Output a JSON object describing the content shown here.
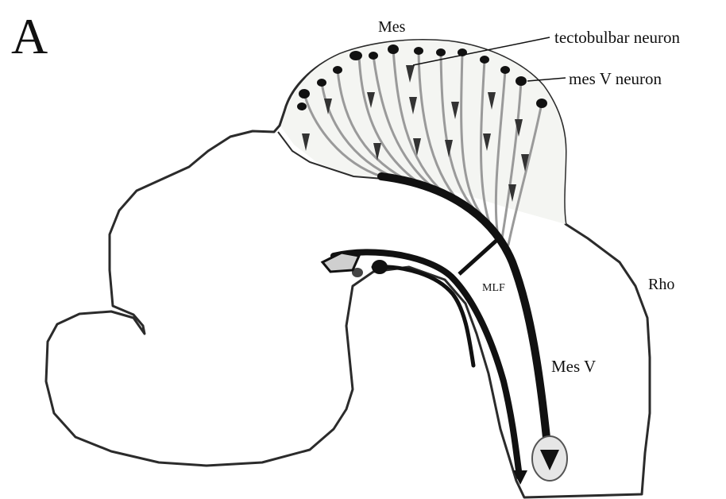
{
  "figure": {
    "panel_letter": "A",
    "labels": {
      "mes": "Mes",
      "tectobulbar_neuron": "tectobulbar neuron",
      "mes_v_neuron": "mes V neuron",
      "rho": "Rho",
      "mlf": "MLF",
      "mes_v": "Mes V"
    }
  },
  "colors": {
    "outline": "#2b2b2b",
    "tract": "#111111",
    "background": "#ffffff",
    "tectum_fill": "#f4f5f2",
    "body_fill": "#ffffff"
  }
}
